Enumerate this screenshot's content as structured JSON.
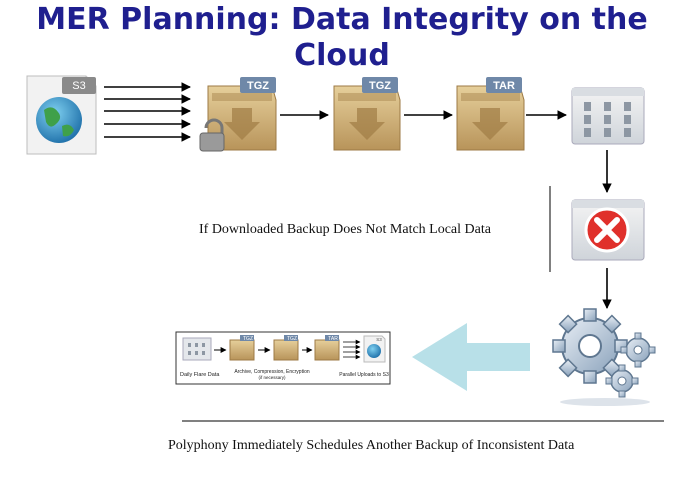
{
  "title": {
    "line1": "MER Planning: Data Integrity on the",
    "line2": "Cloud"
  },
  "nodes": {
    "s3_label": "S3",
    "box1_label": "TGZ",
    "box2_label": "TGZ",
    "box3_label": "TAR"
  },
  "captions": {
    "mismatch": "If Downloaded Backup Does Not Match Local Data",
    "reschedule": "Polyphony Immediately Schedules Another Backup of Inconsistent Data"
  },
  "thumbnail": {
    "box1_label": "TGZ",
    "box2_label": "TGZ",
    "box3_label": "TAR",
    "s3_label": "S3",
    "left_caption": "Daily Flare Data",
    "mid_caption_line1": "Archive, Compression, Encryption",
    "mid_caption_line2": "(if necessary)",
    "right_caption": "Parallel Uploads to S3"
  },
  "colors": {
    "title": "#1f1f8f",
    "box": "#c9a86a",
    "tag": "#6f88a8",
    "error": "#e0302b",
    "big_arrow": "#b8e0e8"
  }
}
